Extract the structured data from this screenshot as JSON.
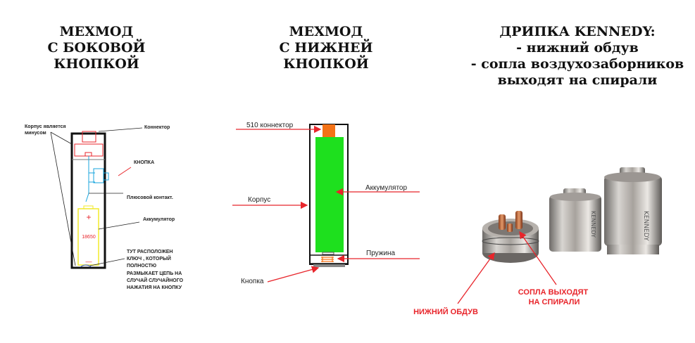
{
  "titles": {
    "side_button": [
      "МЕХМОД",
      "С БОКОВОЙ КНОПКОЙ"
    ],
    "bottom_button": [
      "МЕХМОД",
      "С НИЖНЕЙ КНОПКОЙ"
    ],
    "kennedy": [
      "ДРИПКА KENNEDY:",
      "- нижний обдув",
      "- сопла воздухозаборников",
      "выходят на спирали"
    ]
  },
  "side_diagram": {
    "body_minus": [
      "Корпус является",
      "минусом"
    ],
    "connector": "Коннектор",
    "button": "КНОПКА",
    "plus_contact": "Плюсовой контакт.",
    "battery": "Аккумулятор",
    "battery_model": "18650",
    "plus_sign": "+",
    "minus_sign": "—",
    "switch_note": [
      "ТУТ РАСПОЛОЖЕН",
      "КЛЮЧ , КОТОРЫЙ",
      "ПОЛНОСТЮ",
      "РАЗМЫКАЕТ ЦЕПЬ НА",
      "СЛУЧАЙ СЛУЧАЙНОГО",
      "НАЖАТИЯ НА КНОПКУ"
    ]
  },
  "bottom_diagram": {
    "connector": "510 коннектор",
    "body": "Корпус",
    "battery": "Аккумулятор",
    "spring": "Пружина",
    "button": "Кнопка"
  },
  "kennedy_photo": {
    "nozzles": [
      "СОПЛА ВЫХОДЯТ",
      "НА СПИРАЛИ"
    ],
    "bottom_airflow": "НИЖНИЙ ОБДУВ",
    "engraving": "KENNEDY"
  },
  "colors": {
    "red": "#e8252b",
    "green": "#1ee01e",
    "orange": "#f47216",
    "blue": "#1aa6de",
    "yellow": "#f2ea2a"
  }
}
